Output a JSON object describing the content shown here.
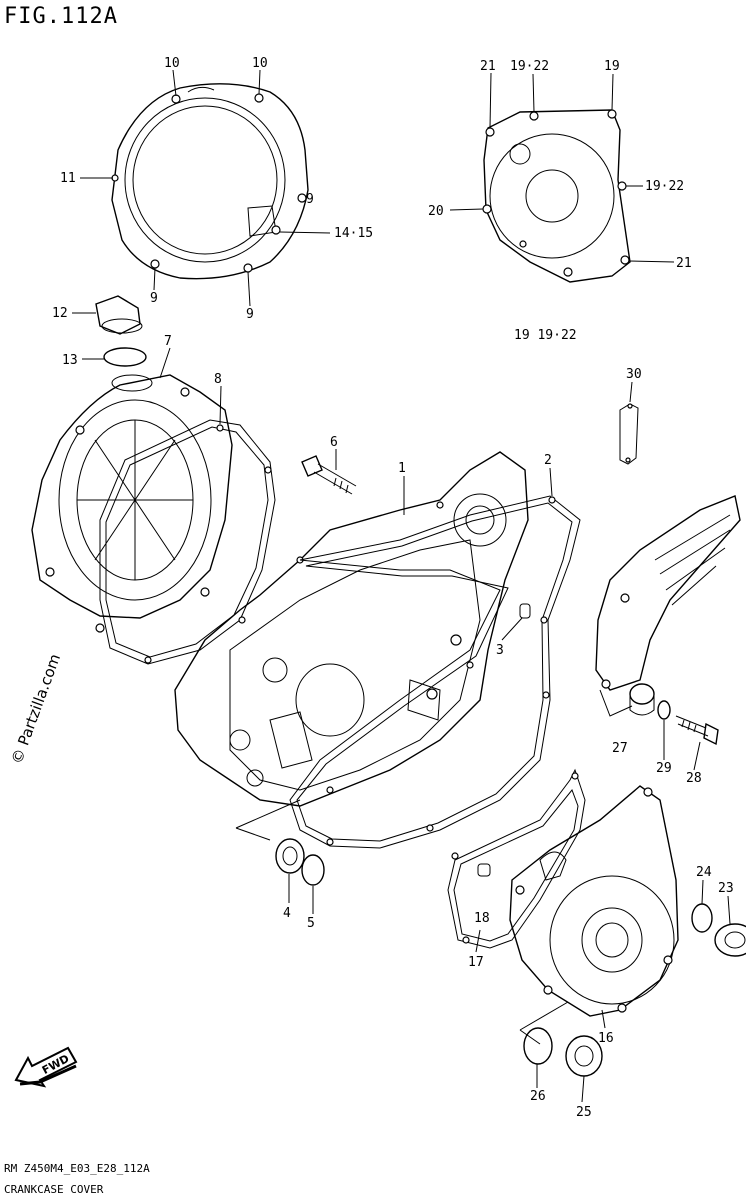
{
  "figure": {
    "title": "FIG.112A",
    "footer_code": "RM Z450M4_E03_E28_112A",
    "caption": "CRANKCASE COVER",
    "watermark": "© Partzilla.com",
    "fwd_badge": "FWD"
  },
  "callouts": {
    "c1": "1",
    "c2": "2",
    "c3": "3",
    "c4": "4",
    "c5": "5",
    "c6": "6",
    "c7": "7",
    "c8": "8",
    "c9a": "9",
    "c9b": "9",
    "c9c": "9",
    "c10a": "10",
    "c10b": "10",
    "c11": "11",
    "c12": "12",
    "c13": "13",
    "c14": "14·15",
    "c16": "16",
    "c17": "17",
    "c18": "18",
    "c19a": "19",
    "c19b": "19·22",
    "c19c": "19·22",
    "c19note": "19  19·22",
    "c20": "20",
    "c21a": "21",
    "c21b": "21",
    "c23": "23",
    "c24": "24",
    "c25": "25",
    "c26": "26",
    "c27": "27",
    "c28": "28",
    "c29": "29",
    "c30": "30"
  }
}
